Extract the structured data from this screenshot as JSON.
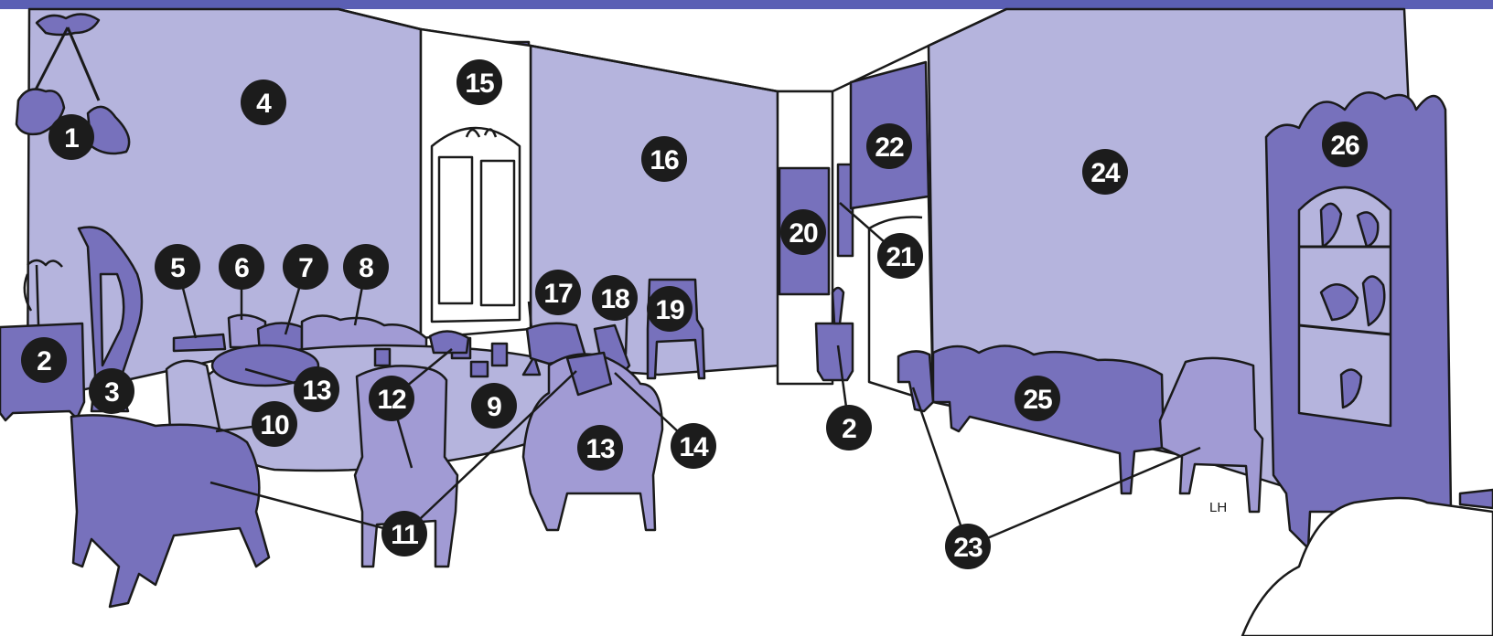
{
  "colors": {
    "top_band": "#5b5fb4",
    "wall": "#b5b4dd",
    "furniture_dark": "#7771bc",
    "furniture_light": "#a19bd4",
    "outline": "#1a1a1a",
    "badge": "#1c1c1c",
    "badge_text": "#ffffff"
  },
  "callouts": [
    {
      "id": "c1",
      "label": "1"
    },
    {
      "id": "c2a",
      "label": "2"
    },
    {
      "id": "c2b",
      "label": "2"
    },
    {
      "id": "c3",
      "label": "3"
    },
    {
      "id": "c4",
      "label": "4"
    },
    {
      "id": "c5",
      "label": "5"
    },
    {
      "id": "c6",
      "label": "6"
    },
    {
      "id": "c7",
      "label": "7"
    },
    {
      "id": "c8",
      "label": "8"
    },
    {
      "id": "c9",
      "label": "9"
    },
    {
      "id": "c10",
      "label": "10"
    },
    {
      "id": "c11",
      "label": "11"
    },
    {
      "id": "c12",
      "label": "12"
    },
    {
      "id": "c13a",
      "label": "13"
    },
    {
      "id": "c13b",
      "label": "13"
    },
    {
      "id": "c14",
      "label": "14"
    },
    {
      "id": "c15",
      "label": "15"
    },
    {
      "id": "c16",
      "label": "16"
    },
    {
      "id": "c17",
      "label": "17"
    },
    {
      "id": "c18",
      "label": "18"
    },
    {
      "id": "c19",
      "label": "19"
    },
    {
      "id": "c20",
      "label": "20"
    },
    {
      "id": "c21",
      "label": "21"
    },
    {
      "id": "c22",
      "label": "22"
    },
    {
      "id": "c23",
      "label": "23"
    },
    {
      "id": "c24",
      "label": "24"
    },
    {
      "id": "c25",
      "label": "25"
    },
    {
      "id": "c26",
      "label": "26"
    }
  ],
  "artist_signature": "LH"
}
